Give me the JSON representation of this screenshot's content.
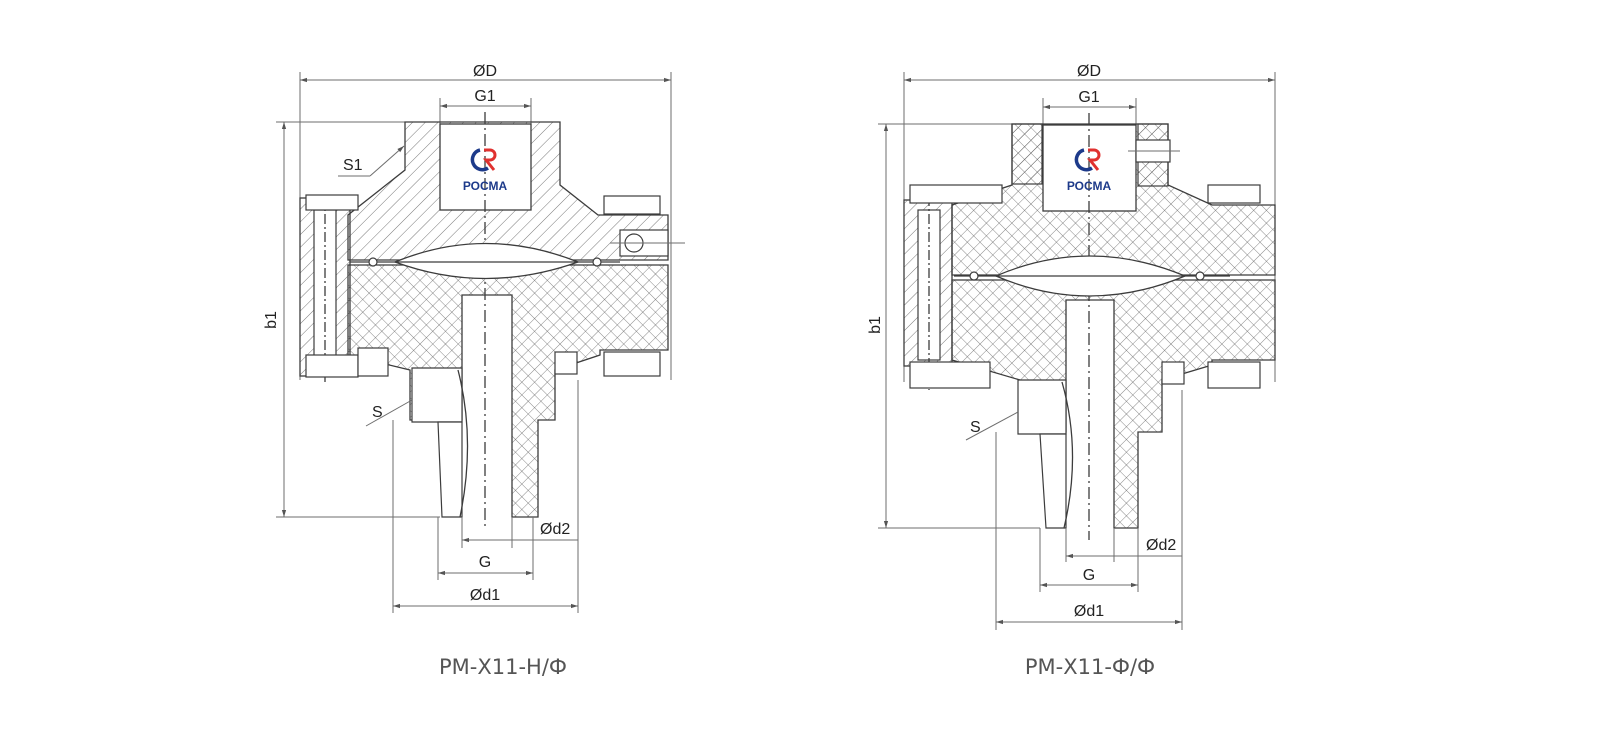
{
  "drawings": [
    {
      "caption": "РМ-Х11-Н/Ф",
      "dims": {
        "D": "ØD",
        "G1": "G1",
        "S1": "S1",
        "b1": "b1",
        "S": "S",
        "d2": "Ød2",
        "G": "G",
        "d1": "Ød1"
      },
      "logo": "РОСМА"
    },
    {
      "caption": "РМ-Х11-Ф/Ф",
      "dims": {
        "D": "ØD",
        "G1": "G1",
        "b1": "b1",
        "S": "S",
        "d2": "Ød2",
        "G": "G",
        "d1": "Ød1"
      },
      "logo": "РОСМА"
    }
  ],
  "colors": {
    "line": "#3c3c3c",
    "dimension": "#6e6e6e",
    "logo_blue": "#1d3a8a",
    "logo_red": "#e0312f"
  }
}
